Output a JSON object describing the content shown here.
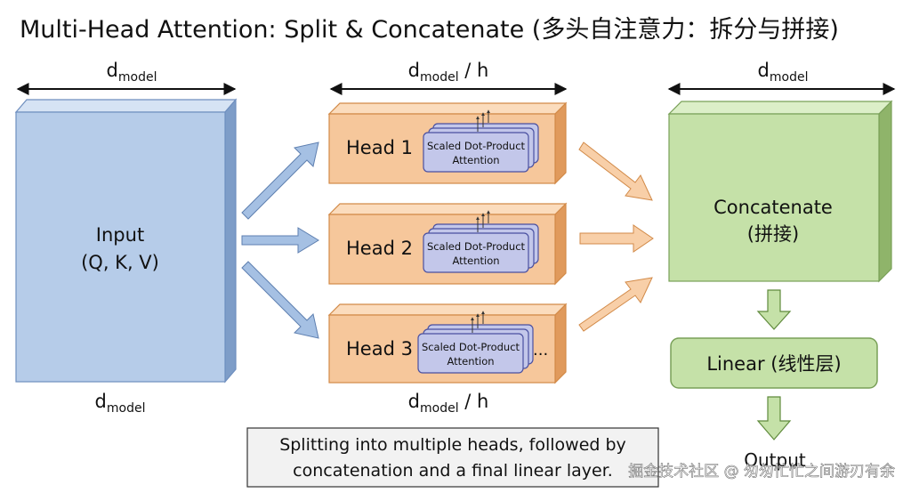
{
  "title": "Multi-Head Attention: Split & Concatenate (多头自注意力：拆分与拼接)",
  "dims": {
    "d_main": "d",
    "d_sub": "model",
    "per_head_suffix": " / h"
  },
  "input": {
    "line1": "Input",
    "line2": "(Q, K, V)"
  },
  "heads": [
    {
      "label": "Head 1"
    },
    {
      "label": "Head 2"
    },
    {
      "label": "Head 3"
    }
  ],
  "attention_card": {
    "line1": "Scaled Dot-Product",
    "line2": "Attention"
  },
  "ellipsis": "...",
  "concat": {
    "line1": "Concatenate",
    "line2": "(拼接)"
  },
  "linear": {
    "label": "Linear  (线性层)"
  },
  "output": {
    "label": "Output"
  },
  "caption": {
    "line1": "Splitting into multiple heads, followed by",
    "line2": "concatenation and a final linear layer."
  },
  "watermark": "掘金技术社区 @ 匆匆忙忙之间游刃有余",
  "colors": {
    "input_front": "#b6cce9",
    "input_top": "#d6e3f4",
    "input_side": "#7e9dc8",
    "input_stroke": "#6f8fbf",
    "head_front": "#f6c79b",
    "head_top": "#fbdcbd",
    "head_side": "#e09a5c",
    "head_stroke": "#d28a48",
    "card_fill": "#c3c7ea",
    "card_stroke": "#4a50a0",
    "concat_front": "#c5e1a8",
    "concat_top": "#dcefc8",
    "concat_side": "#8fb46a",
    "concat_stroke": "#79a058",
    "blue_arrow": "#a5c0e3",
    "blue_arrow_stroke": "#5e7fb0",
    "orange_arrow": "#f8cfa8",
    "orange_arrow_stroke": "#d28a48",
    "green_arrow": "#c5e1a8",
    "green_arrow_stroke": "#5f8a3c"
  }
}
